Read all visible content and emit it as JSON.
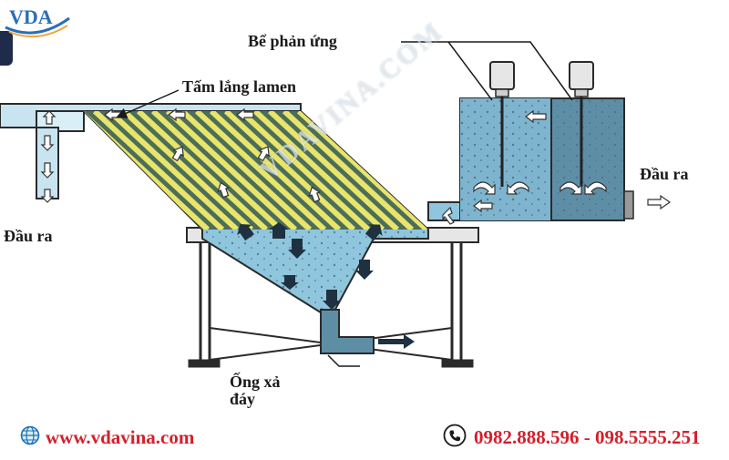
{
  "labels": {
    "reaction_tank": "Bể phản ứng",
    "lamella_plate": "Tấm lắng lamen",
    "outlet_left": "Đầu ra",
    "outlet_right": "Đầu ra",
    "bottom_drain_line1": "Ống xả",
    "bottom_drain_line2": "đáy"
  },
  "watermark": "VDAVINA.COM",
  "logo": {
    "text": "VDA",
    "icon": "vda-logo-icon"
  },
  "footer": {
    "website": "www.vdavina.com",
    "website_icon": "globe-icon",
    "phone": "0982.888.596 - 098.5555.251",
    "phone_icon": "phone-icon"
  },
  "colors": {
    "water": "#8fc6de",
    "water_dark": "#5e8ea6",
    "plate_yellow": "#e9e46a",
    "frame": "#2a2a2a",
    "accent_red": "#d61f2b"
  }
}
